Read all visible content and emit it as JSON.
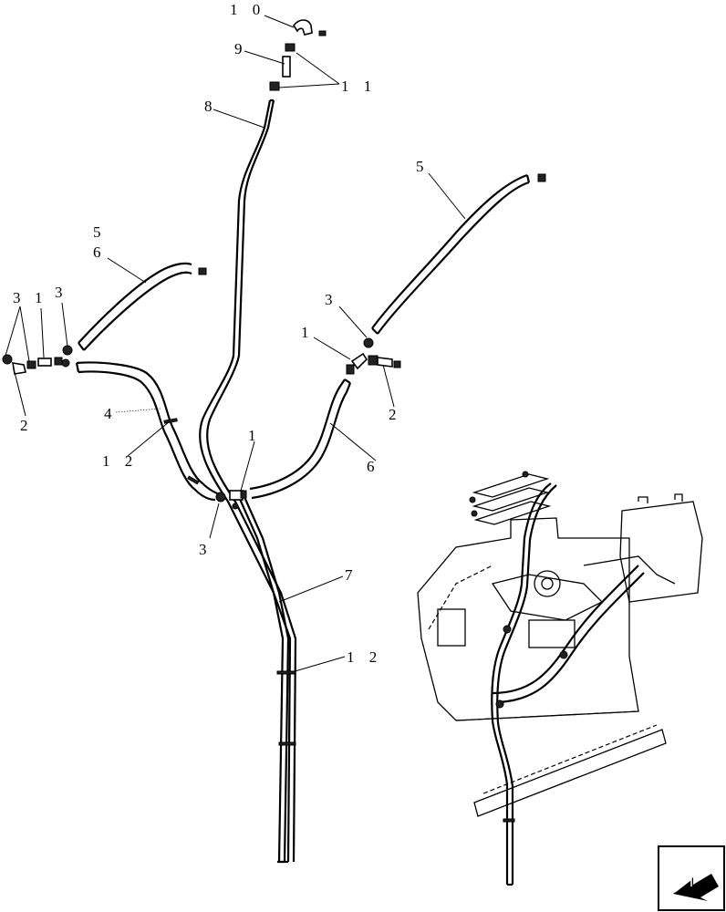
{
  "callouts": [
    {
      "id": "c10",
      "text": "1 0"
    },
    {
      "id": "c9",
      "text": "9"
    },
    {
      "id": "c11",
      "text": "1 1"
    },
    {
      "id": "c8",
      "text": "8"
    },
    {
      "id": "c5a",
      "text": "5"
    },
    {
      "id": "c5b",
      "text": "5"
    },
    {
      "id": "c6a",
      "text": "6"
    },
    {
      "id": "c3a",
      "text": "3"
    },
    {
      "id": "c1a",
      "text": "1"
    },
    {
      "id": "c3b",
      "text": "3"
    },
    {
      "id": "c3c",
      "text": "3"
    },
    {
      "id": "c1b",
      "text": "1"
    },
    {
      "id": "c2a",
      "text": "2"
    },
    {
      "id": "c2b",
      "text": "2"
    },
    {
      "id": "c4",
      "text": "4"
    },
    {
      "id": "c12a",
      "text": "1 2"
    },
    {
      "id": "c1c",
      "text": "1"
    },
    {
      "id": "c6b",
      "text": "6"
    },
    {
      "id": "c3d",
      "text": "3"
    },
    {
      "id": "c7",
      "text": "7"
    },
    {
      "id": "c12b",
      "text": "1 2"
    }
  ],
  "icons": {
    "nav": "arrow-navigation-icon"
  }
}
